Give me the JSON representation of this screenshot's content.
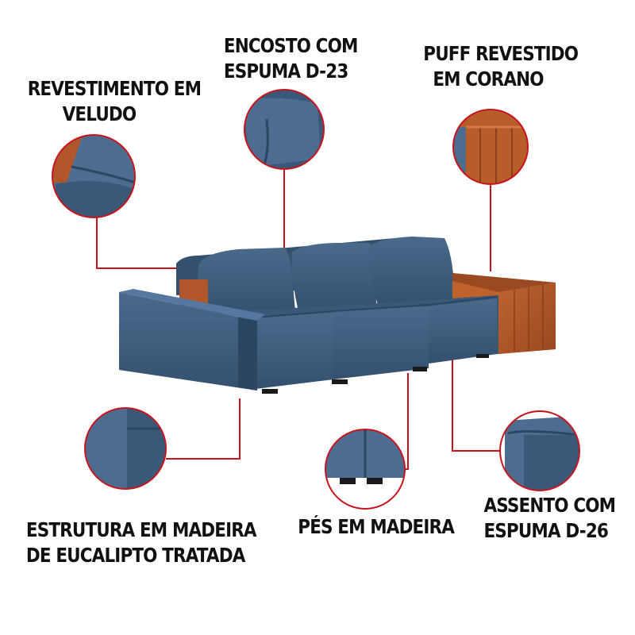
{
  "features": {
    "revestimento": {
      "line1": "REVESTIMENTO EM",
      "line2": "VELUDO"
    },
    "encosto": {
      "line1": "ENCOSTO COM",
      "line2": "ESPUMA D-23"
    },
    "puff": {
      "line1": "PUFF REVESTIDO",
      "line2": "EM CORANO"
    },
    "estrutura": {
      "line1": "ESTRUTURA EM MADEIRA",
      "line2": "DE EUCALIPTO TRATADA"
    },
    "pes": {
      "line1": "PÉS EM MADEIRA"
    },
    "assento": {
      "line1": "ASSENTO COM",
      "line2": "ESPUMA D-26"
    }
  },
  "colors": {
    "upholstery": "#3f5f80",
    "upholstery_dark": "#2c4560",
    "puff": "#b0562a",
    "puff_dark": "#8a3f1c",
    "callout": "#c8141e"
  }
}
